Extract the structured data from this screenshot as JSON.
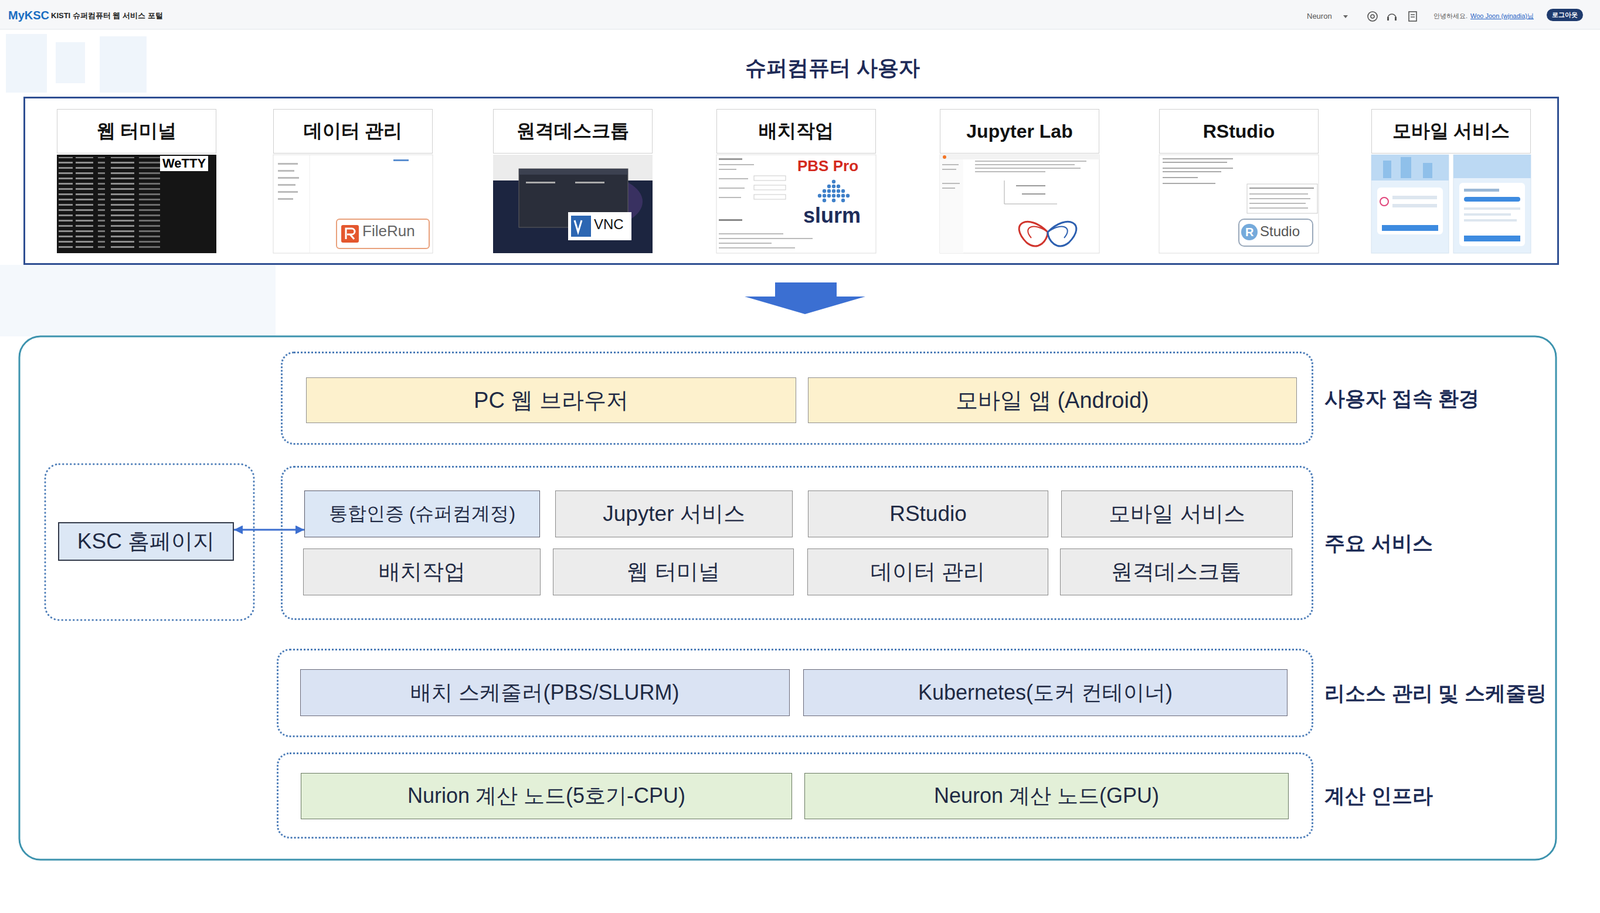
{
  "diagram": {
    "nodes": [
      {
        "text": [
          "슈퍼컴퓨터 사용자"
        ]
      },
      {
        "text": [
          "웹 터미널"
        ],
        "in": 0
      },
      {
        "text": [
          "데이터 관리"
        ],
        "in": 0
      },
      {
        "text": [
          "원격데스크톱"
        ],
        "in": 0
      },
      {
        "text": [
          "배치작업"
        ],
        "in": 0
      },
      {
        "text": [
          "Jupyter Lab"
        ],
        "in": 0
      },
      {
        "text": [
          "RStudio"
        ],
        "in": 0
      },
      {
        "text": [
          "모바일 서비스"
        ],
        "in": 0
      },
      {
        "text": [
          "사용자 접속 환경"
        ]
      },
      {
        "text": [
          "PC 웹 브라우저"
        ],
        "in": 8
      },
      {
        "text": [
          "모바일 앱 (Android)"
        ],
        "in": 8
      },
      {
        "text": [
          "KSC 홈페이지"
        ]
      },
      {
        "text": [
          "주요 서비스"
        ]
      },
      {
        "text": [
          "통합인증 (슈퍼컴계정)"
        ],
        "in": 12
      },
      {
        "text": [
          "Jupyter 서비스"
        ],
        "in": 12
      },
      {
        "text": [
          "RStudio"
        ],
        "in": 12
      },
      {
        "text": [
          "모바일 서비스"
        ],
        "in": 12
      },
      {
        "text": [
          "배치작업"
        ],
        "in": 12
      },
      {
        "text": [
          "웹 터미널"
        ],
        "in": 12
      },
      {
        "text": [
          "데이터 관리"
        ],
        "in": 12
      },
      {
        "text": [
          "원격데스크톱"
        ],
        "in": 12
      },
      {
        "text": [
          "리소스 관리 및 스케줄링"
        ]
      },
      {
        "text": [
          "배치 스케줄러(PBS/SLURM)"
        ],
        "in": 21
      },
      {
        "text": [
          "Kubernetes(도커 컨테이너)"
        ],
        "in": 21
      },
      {
        "text": [
          "계산 인프라"
        ]
      },
      {
        "text": [
          "Nurion 계산 노드(5호기-CPU)"
        ],
        "in": 24
      },
      {
        "text": [
          "Neuron 계산 노드(GPU)"
        ],
        "in": 24
      }
    ],
    "edges": [
      {
        "from": 11,
        "to": 13,
        "arrow": "both"
      }
    ],
    "labels": [
      "MyKSC",
      "KISTI 슈퍼컴퓨터 웹 서비스 포털",
      "Neuron",
      "안녕하세요.",
      "Woo Joon (wjnadia)님",
      "로그아웃",
      "WeTTY",
      "FileRun",
      "VNC",
      "PBS Pro",
      "slurm",
      "R",
      "Studio"
    ]
  }
}
